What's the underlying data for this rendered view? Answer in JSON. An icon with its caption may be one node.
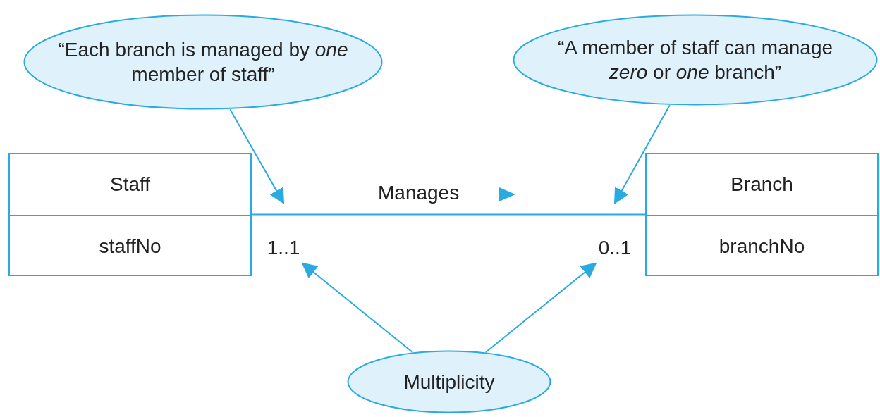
{
  "diagram": {
    "nodes": [
      {
        "text": [
          "“Each branch is managed by *one* member of staff”"
        ]
      },
      {
        "text": [
          "“A member of staff can manage *zero* or *one* branch”"
        ]
      },
      {
        "text": [
          "Staff",
          "staffNo"
        ]
      },
      {
        "text": [
          "Branch",
          "branchNo"
        ]
      },
      {
        "text": [
          "1..1"
        ]
      },
      {
        "text": [
          "0..1"
        ]
      },
      {
        "text": [
          "Multiplicity"
        ]
      }
    ],
    "edges": [
      {
        "from": 0,
        "to": null,
        "arrow": "to"
      },
      {
        "from": 1,
        "to": null,
        "arrow": "to"
      },
      {
        "from": 2,
        "to": 3,
        "arrow": "none",
        "label": "Manages"
      },
      {
        "from": 6,
        "to": 4,
        "arrow": "to"
      },
      {
        "from": 6,
        "to": 5,
        "arrow": "to"
      }
    ]
  }
}
